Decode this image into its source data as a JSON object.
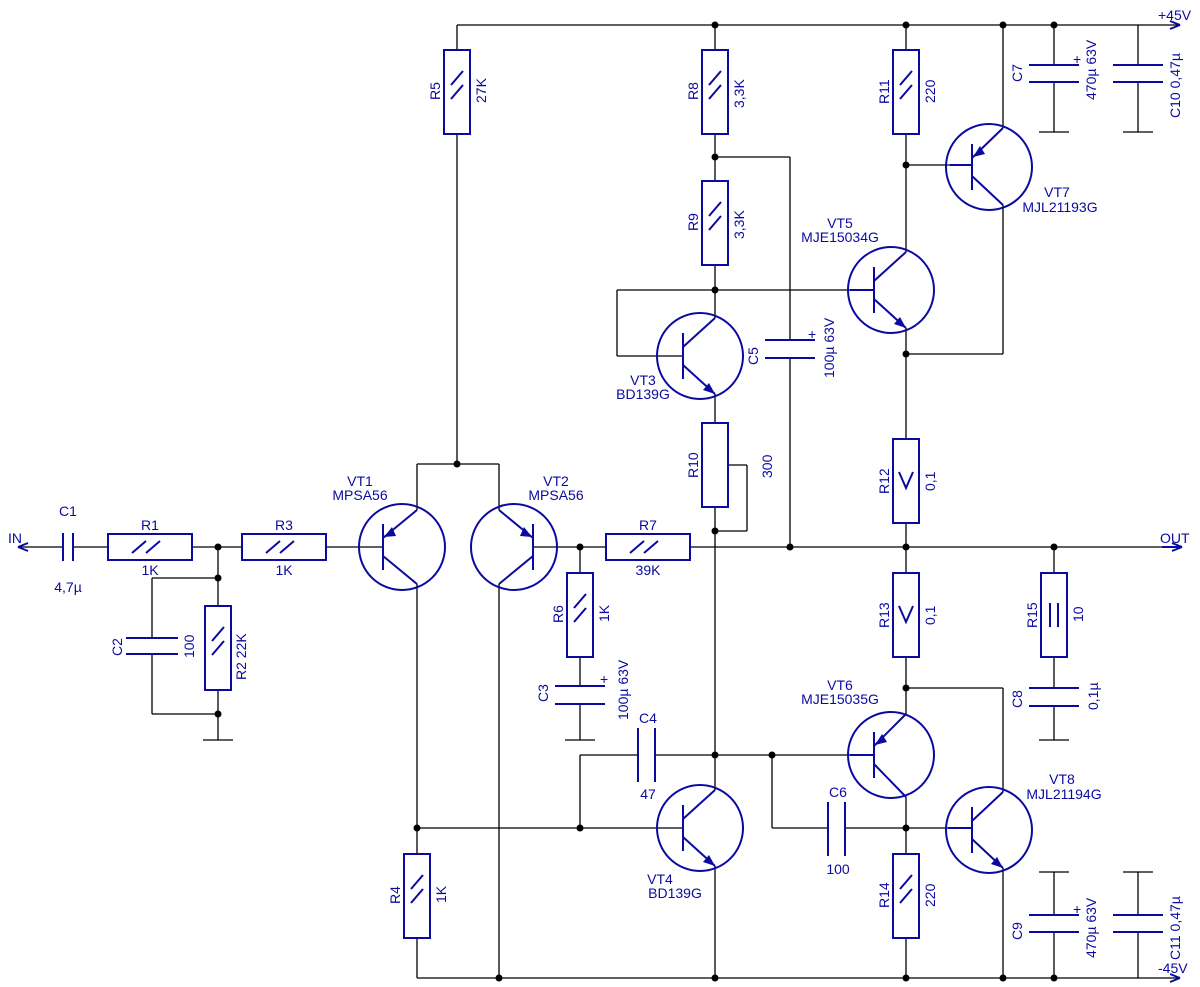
{
  "nets": {
    "pos_supply": "+45V",
    "neg_supply": "-45V",
    "input": "IN",
    "output": "OUT"
  },
  "components": {
    "C1": {
      "ref": "C1",
      "value": "4,7µ"
    },
    "R1": {
      "ref": "R1",
      "value": "1K"
    },
    "R2": {
      "ref": "R2",
      "value": "22K"
    },
    "C2": {
      "ref": "C2",
      "value": "100"
    },
    "R3": {
      "ref": "R3",
      "value": "1K"
    },
    "VT1": {
      "ref": "VT1",
      "part": "MPSA56"
    },
    "VT2": {
      "ref": "VT2",
      "part": "MPSA56"
    },
    "R4": {
      "ref": "R4",
      "value": "1K"
    },
    "R5": {
      "ref": "R5",
      "value": "27K"
    },
    "R6": {
      "ref": "R6",
      "value": "1K"
    },
    "C3": {
      "ref": "C3",
      "value": "100µ 63V",
      "plus": "+"
    },
    "R7": {
      "ref": "R7",
      "value": "39K"
    },
    "C4": {
      "ref": "C4",
      "value": "47"
    },
    "R8": {
      "ref": "R8",
      "value": "3,3K"
    },
    "R9": {
      "ref": "R9",
      "value": "3,3K"
    },
    "VT3": {
      "ref": "VT3",
      "part": "BD139G"
    },
    "C5": {
      "ref": "C5",
      "value": "100µ 63V",
      "plus": "+"
    },
    "R10": {
      "ref": "R10",
      "value": "300"
    },
    "VT4": {
      "ref": "VT4",
      "part": "BD139G"
    },
    "VT5": {
      "ref": "VT5",
      "part": "MJE15034G"
    },
    "VT6": {
      "ref": "VT6",
      "part": "MJE15035G"
    },
    "C6": {
      "ref": "C6",
      "value": "100"
    },
    "R11": {
      "ref": "R11",
      "value": "220"
    },
    "R12": {
      "ref": "R12",
      "value": "0,1"
    },
    "R13": {
      "ref": "R13",
      "value": "0,1"
    },
    "R14": {
      "ref": "R14",
      "value": "220"
    },
    "VT7": {
      "ref": "VT7",
      "part": "MJL21193G"
    },
    "VT8": {
      "ref": "VT8",
      "part": "MJL21194G"
    },
    "C7": {
      "ref": "C7",
      "value": "470µ 63V",
      "plus": "+"
    },
    "C10": {
      "ref": "C10",
      "value": "0,47µ"
    },
    "C9": {
      "ref": "C9",
      "value": "470µ 63V",
      "plus": "+"
    },
    "C11": {
      "ref": "C11",
      "value": "0,47µ"
    },
    "R15": {
      "ref": "R15",
      "value": "10"
    },
    "C8": {
      "ref": "C8",
      "value": "0,1µ"
    }
  }
}
